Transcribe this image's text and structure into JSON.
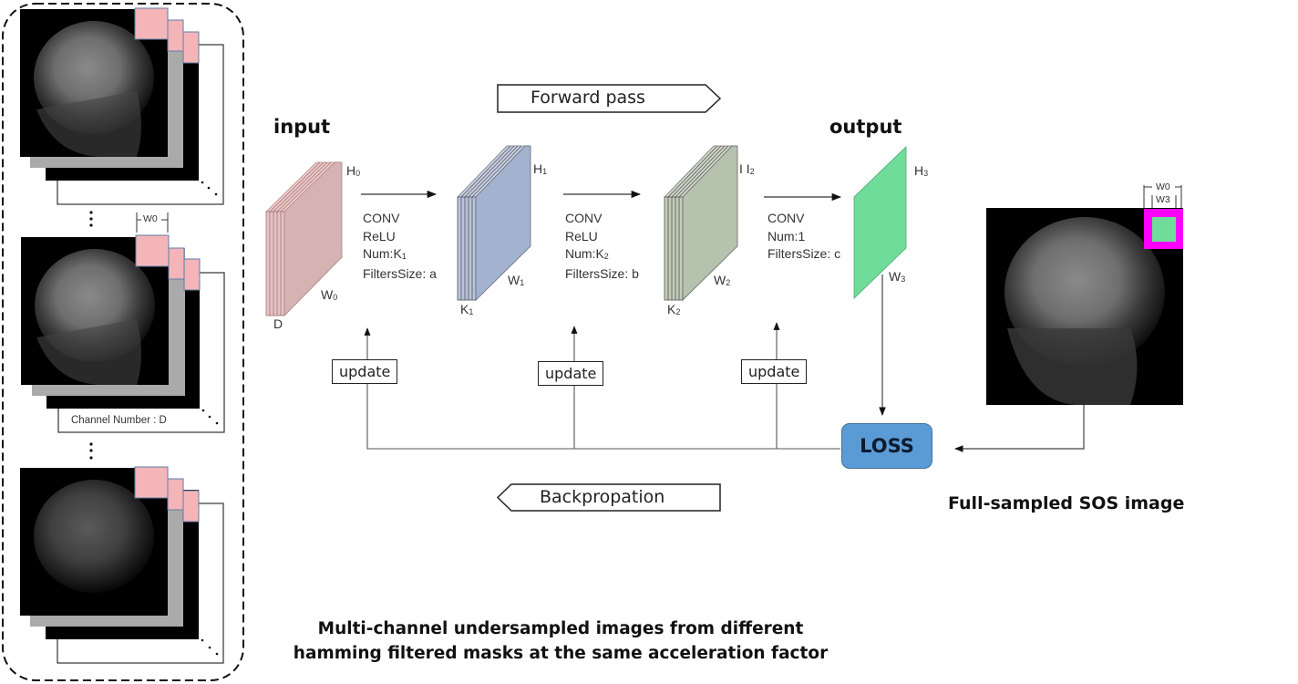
{
  "figure": {
    "type": "CNN training pipeline diagram",
    "left_panel": {
      "stacks": [
        {
          "name": "stack-top",
          "dim_label": ""
        },
        {
          "name": "stack-middle",
          "dim_label": "W0",
          "channel_label": "Channel Number : D"
        },
        {
          "name": "stack-bottom",
          "dim_label": ""
        }
      ],
      "vertical_ellipsis": "⋮",
      "diagonal_ellipsis": "⋱",
      "caption_line1": "Multi-channel undersampled images from different",
      "caption_line2": "hamming filtered masks at the same acceleration factor"
    },
    "forward_banner": "Forward pass",
    "backward_banner": "Backpropation",
    "input_title": "input",
    "output_title": "output",
    "layers": [
      {
        "name": "input-block",
        "color": "#d9b8b8",
        "edge_color": "#f0c8c8",
        "h_label": "H",
        "h_sub": "0",
        "w_label": "W",
        "w_sub": "0",
        "depth_label": "D",
        "depth_sub": ""
      },
      {
        "name": "hidden1-block",
        "color": "#a3b3cf",
        "edge_color": "#c7d0e0",
        "h_label": "H",
        "h_sub": "1",
        "w_label": "W",
        "w_sub": "1",
        "depth_label": "K",
        "depth_sub": "1"
      },
      {
        "name": "hidden2-block",
        "color": "#b5c2ad",
        "edge_color": "#d0d8c8",
        "h_label": "I I",
        "h_sub": "2",
        "w_label": "W",
        "w_sub": "2",
        "depth_label": "K",
        "depth_sub": "2"
      },
      {
        "name": "output-block",
        "color": "#6fdc9a",
        "h_label": "H",
        "h_sub": "3",
        "w_label": "W",
        "w_sub": "3"
      }
    ],
    "convs": [
      {
        "line1": "CONV",
        "line2": "ReLU",
        "num_label": "Num:K",
        "num_sub": "1",
        "filter": "FiltersSize: a"
      },
      {
        "line1": "CONV",
        "line2": "ReLU",
        "num_label": "Num:K",
        "num_sub": "2",
        "filter": "FiltersSize: b"
      },
      {
        "line1": "CONV",
        "line2": "Num:1",
        "num_label": "",
        "num_sub": "",
        "filter": "FiltersSize: c"
      }
    ],
    "update_label": "update",
    "loss_label": "LOSS",
    "reference": {
      "caption": "Full-sampled SOS image",
      "patch_outer_label": "W0",
      "patch_inner_label": "W3",
      "patch_border_color": "#ff00ff",
      "patch_fill_color": "#6fdc9a"
    },
    "colors": {
      "loss_fill": "#5b9bd5",
      "pink_patch": "#f4b5b8"
    }
  }
}
